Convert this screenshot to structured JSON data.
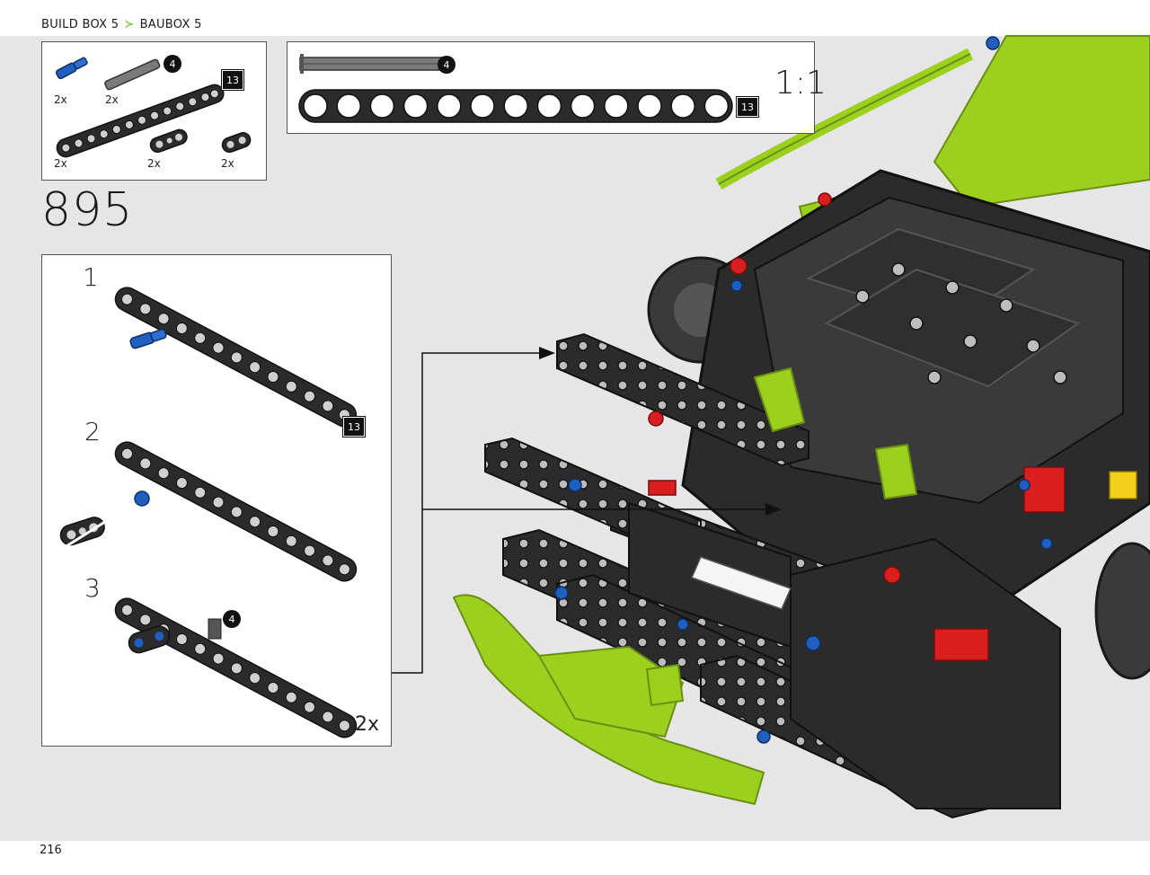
{
  "header": {
    "breadcrumb_en": "BUILD BOX 5",
    "breadcrumb_separator": "≻",
    "breadcrumb_de": "BAUBOX 5"
  },
  "parts_list": {
    "items": [
      {
        "name": "blue-axle-pin",
        "qty": "2x",
        "color": "#1f5fbf"
      },
      {
        "name": "grey-axle",
        "qty": "2x",
        "length_label": "4",
        "color": "#7a7a7a"
      },
      {
        "name": "black-beam-13",
        "qty": "2x",
        "length_label": "13",
        "color": "#2a2a2a"
      },
      {
        "name": "black-double-connector",
        "qty": "2x",
        "color": "#2a2a2a"
      },
      {
        "name": "black-short-beam",
        "qty": "2x",
        "color": "#2a2a2a"
      }
    ]
  },
  "scale_box": {
    "axle_length_label": "4",
    "beam_length_label": "13",
    "beam_holes": 13,
    "scale_text": "1:1"
  },
  "step": {
    "number": "895",
    "sub_steps": [
      {
        "label": "1",
        "beam_label": "13"
      },
      {
        "label": "2"
      },
      {
        "label": "3",
        "axle_label": "4"
      }
    ],
    "multiplier": "2x"
  },
  "footer": {
    "page_number": "216"
  },
  "colors": {
    "lime": "#9bd11e",
    "black_part": "#2b2b2b",
    "blue_part": "#1f5fbf",
    "red_part": "#d81e1e",
    "background": "#e6e6e6"
  }
}
